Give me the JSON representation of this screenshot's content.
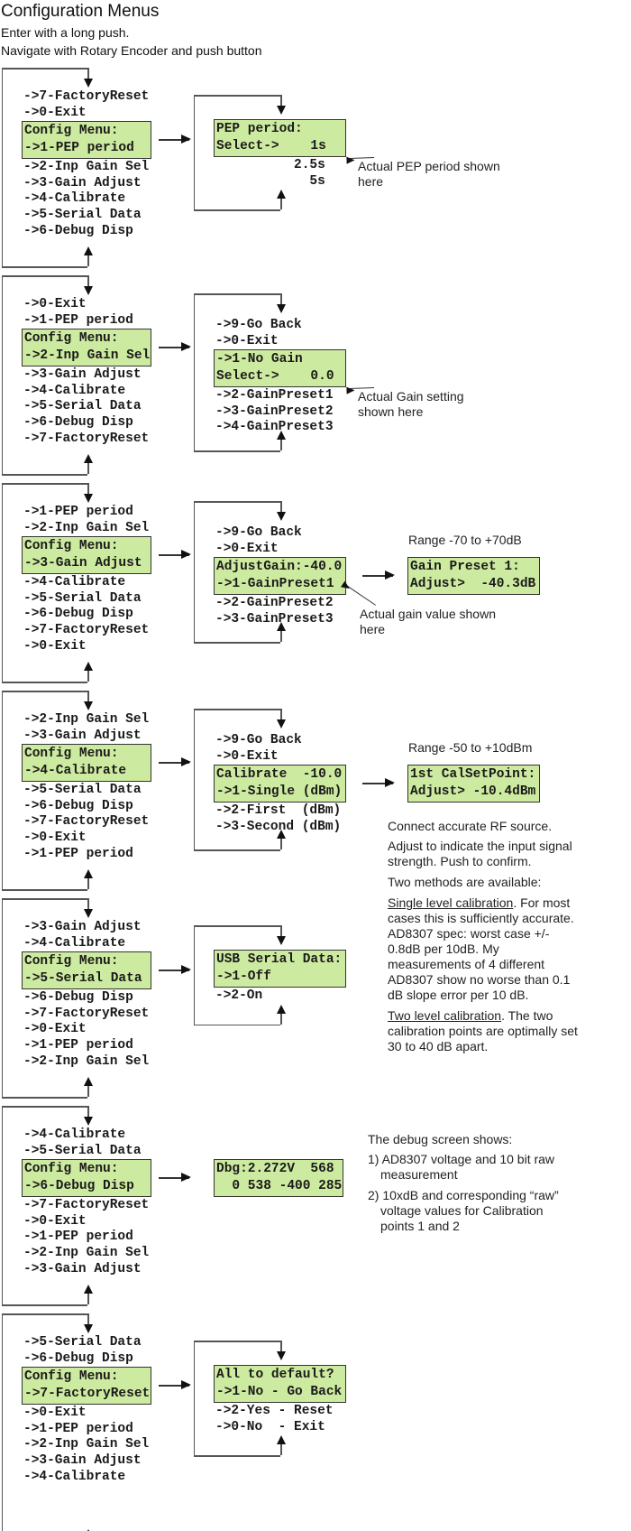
{
  "header": {
    "title": "Configuration Menus",
    "line1": "Enter with a long push.",
    "line2": "Navigate with Rotary Encoder and push button"
  },
  "lcd_color": "#cdeba0",
  "sections": [
    {
      "id": "pep",
      "menu_above": [
        "->7-FactoryReset",
        "->0-Exit"
      ],
      "lcd": [
        "Config Menu:",
        "->1-PEP period"
      ],
      "menu_below": [
        "->2-Inp Gain Sel",
        "->3-Gain Adjust",
        "->4-Calibrate",
        "->5-Serial Data",
        "->6-Debug Disp"
      ],
      "sub_above": [],
      "sub_lcd": [
        "PEP period:",
        "Select->    1s"
      ],
      "sub_below": [
        "          2.5s",
        "            5s"
      ],
      "note": "Actual PEP period shown here"
    },
    {
      "id": "gain-sel",
      "menu_above": [
        "->0-Exit",
        "->1-PEP period"
      ],
      "lcd": [
        "Config Menu:",
        "->2-Inp Gain Sel"
      ],
      "menu_below": [
        "->3-Gain Adjust",
        "->4-Calibrate",
        "->5-Serial Data",
        "->6-Debug Disp",
        "->7-FactoryReset"
      ],
      "sub_above": [
        "->9-Go Back",
        "->0-Exit"
      ],
      "sub_lcd": [
        "->1-No Gain",
        "Select->    0.0"
      ],
      "sub_below": [
        "->2-GainPreset1",
        "->3-GainPreset2",
        "->4-GainPreset3"
      ],
      "note": "Actual Gain setting shown here"
    },
    {
      "id": "gain-adjust",
      "menu_above": [
        "->1-PEP period",
        "->2-Inp Gain Sel"
      ],
      "lcd": [
        "Config Menu:",
        "->3-Gain Adjust"
      ],
      "menu_below": [
        "->4-Calibrate",
        "->5-Serial Data",
        "->6-Debug Disp",
        "->7-FactoryReset",
        "->0-Exit"
      ],
      "sub_above": [
        "->9-Go Back",
        "->0-Exit"
      ],
      "sub_lcd": [
        "AdjustGain:-40.0",
        "->1-GainPreset1"
      ],
      "sub_below": [
        "->2-GainPreset2",
        "->3-GainPreset3"
      ],
      "note": "Actual gain value shown here",
      "range": "Range -70 to +70dB",
      "final_lcd": [
        "Gain Preset 1:",
        "Adjust>  -40.3dB"
      ]
    },
    {
      "id": "calibrate",
      "menu_above": [
        "->2-Inp Gain Sel",
        "->3-Gain Adjust"
      ],
      "lcd": [
        "Config Menu:",
        "->4-Calibrate"
      ],
      "menu_below": [
        "->5-Serial Data",
        "->6-Debug Disp",
        "->7-FactoryReset",
        "->0-Exit",
        "->1-PEP period"
      ],
      "sub_above": [
        "->9-Go Back",
        "->0-Exit"
      ],
      "sub_lcd": [
        "Calibrate  -10.0",
        "->1-Single (dBm)"
      ],
      "sub_below": [
        "->2-First  (dBm)",
        "->3-Second (dBm)"
      ],
      "range": "Range -50 to +10dBm",
      "final_lcd": [
        "1st CalSetPoint:",
        "Adjust> -10.4dBm"
      ],
      "notes": {
        "p1": "Connect accurate RF source.",
        "p2": "Adjust to indicate the input signal strength.  Push to confirm.",
        "p3": "Two methods are available:",
        "p4_title": "Single level calibration",
        "p4_body": ".  For most cases this is sufficiently accurate. AD8307 spec: worst case +/- 0.8dB per 10dB. My measurements of 4 different AD8307 show no worse  than 0.1 dB slope error per 10 dB.",
        "p5_title": "Two level calibration",
        "p5_body": ".  The two calibration points are optimally set 30 to 40 dB apart."
      }
    },
    {
      "id": "serial",
      "menu_above": [
        "->3-Gain Adjust",
        "->4-Calibrate"
      ],
      "lcd": [
        "Config Menu:",
        "->5-Serial Data"
      ],
      "menu_below": [
        "->6-Debug Disp",
        "->7-FactoryReset",
        "->0-Exit",
        "->1-PEP period",
        "->2-Inp Gain Sel"
      ],
      "sub_above": [],
      "sub_lcd": [
        "USB Serial Data:",
        "->1-Off"
      ],
      "sub_below": [
        "->2-On"
      ]
    },
    {
      "id": "debug",
      "menu_above": [
        "->4-Calibrate",
        "->5-Serial Data"
      ],
      "lcd": [
        "Config Menu:",
        "->6-Debug Disp"
      ],
      "menu_below": [
        "->7-FactoryReset",
        "->0-Exit",
        "->1-PEP period",
        "->2-Inp Gain Sel",
        "->3-Gain Adjust"
      ],
      "sub_lcd": [
        "Dbg:2.272V  568",
        "  0 538 -400 285"
      ],
      "notes": {
        "heading": "The debug screen shows:",
        "item1": "1) AD8307 voltage and 10 bit raw measurement",
        "item2": "2) 10xdB and corresponding “raw” voltage values for Calibration points 1 and 2"
      }
    },
    {
      "id": "reset",
      "menu_above": [
        "->5-Serial Data",
        "->6-Debug Disp"
      ],
      "lcd": [
        "Config Menu:",
        "->7-FactoryReset"
      ],
      "menu_below": [
        "->0-Exit",
        "->1-PEP period",
        "->2-Inp Gain Sel",
        "->3-Gain Adjust",
        "->4-Calibrate"
      ],
      "sub_above": [],
      "sub_lcd": [
        "All to default?",
        "->1-No - Go Back"
      ],
      "sub_below": [
        "->2-Yes - Reset",
        "->0-No  - Exit"
      ]
    }
  ]
}
